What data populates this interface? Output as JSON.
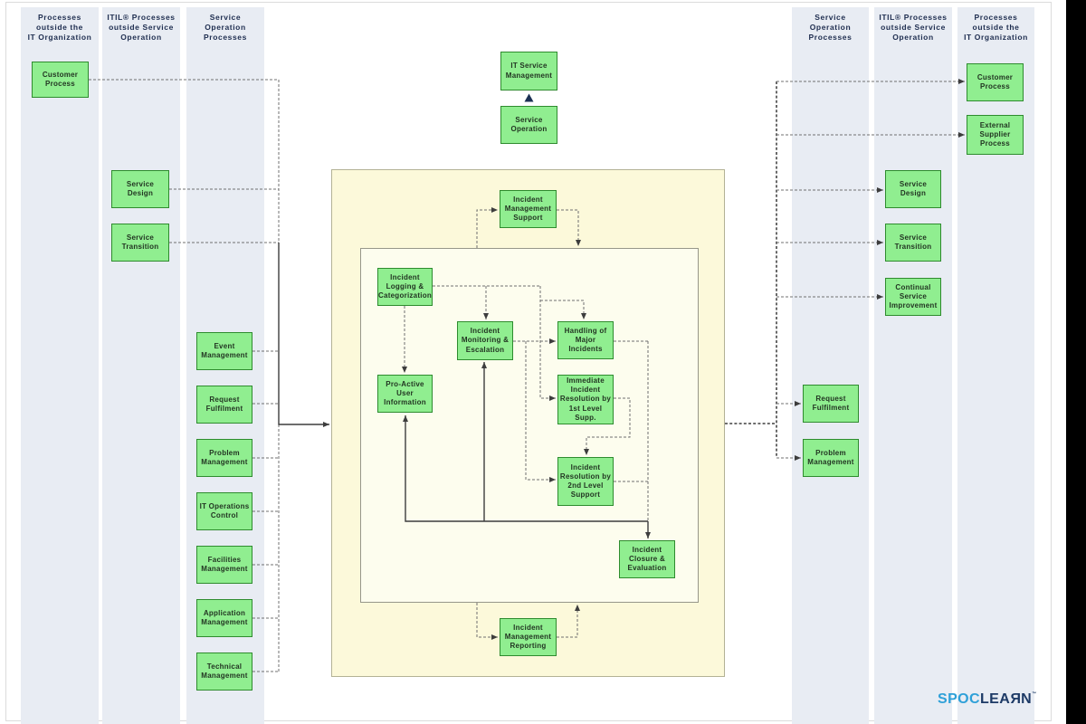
{
  "lane_headers": {
    "left_1": "Processes\noutside the\nIT Organization",
    "left_2": "ITIL® Processes\noutside Service\nOperation",
    "left_3": "Service\nOperation\nProcesses",
    "right_1": "Service\nOperation\nProcesses",
    "right_2": "ITIL® Processes\noutside Service\nOperation",
    "right_3": "Processes\noutside the\nIT Organization"
  },
  "boxes": {
    "itsm": "IT Service\nManagement",
    "service_operation": "Service\nOperation",
    "customer_process_left": "Customer\nProcess",
    "service_design_left": "Service\nDesign",
    "service_transition_left": "Service\nTransition",
    "event_management": "Event\nManagement",
    "request_fulfilment_left": "Request\nFulfilment",
    "problem_management_left": "Problem\nManagement",
    "it_operations_control": "IT Operations\nControl",
    "facilities_management": "Facilities\nManagement",
    "application_management": "Application\nManagement",
    "technical_management": "Technical\nManagement",
    "customer_process_right": "Customer\nProcess",
    "external_supplier_process": "External\nSupplier\nProcess",
    "service_design_right": "Service\nDesign",
    "service_transition_right": "Service\nTransition",
    "continual_service_improvement": "Continual\nService\nImprovement",
    "request_fulfilment_right": "Request\nFulfilment",
    "problem_management_right": "Problem\nManagement",
    "incident_management_support": "Incident\nManagement\nSupport",
    "incident_logging_categorization": "Incident\nLogging &\nCategorization",
    "incident_monitoring_escalation": "Incident\nMonitoring &\nEscalation",
    "handling_of_major_incidents": "Handling of\nMajor\nIncidents",
    "proactive_user_information": "Pro-Active\nUser\nInformation",
    "immediate_incident_resolution_1st_level": "Immediate\nIncident\nResolution by\n1st Level\nSupp.",
    "incident_resolution_2nd_level": "Incident\nResolution by\n2nd Level\nSupport",
    "incident_closure_evaluation": "Incident\nClosure &\nEvaluation",
    "incident_management_reporting": "Incident\nManagement\nReporting"
  },
  "logo": {
    "spoc": "SPOC",
    "lea": "LEA",
    "r": "R",
    "n": "N",
    "mark": "™"
  },
  "colors": {
    "process_box_fill": "#90EE90",
    "process_box_border": "#2E8B2E",
    "lane_background": "#E8ECF3",
    "outer_group_fill": "#FCF9DA",
    "inner_group_fill": "#FDFDEE",
    "header_text": "#1E2D4F",
    "connector_grey": "#707070",
    "logo_blue": "#2EA0D8",
    "logo_navy": "#1D3A66",
    "triangle": "#1C3054"
  }
}
